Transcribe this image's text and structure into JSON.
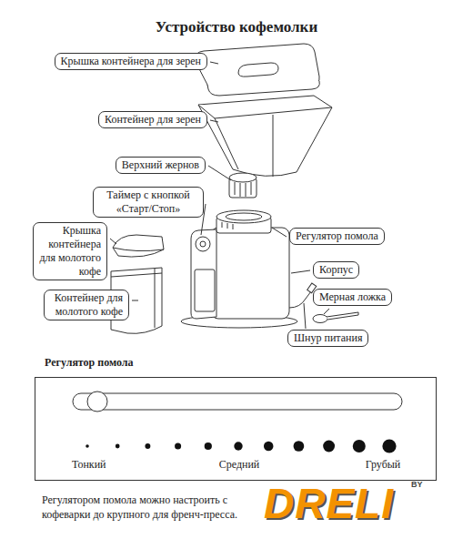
{
  "diagram": {
    "title": "Устройство кофемолки",
    "caption": "Регулятором помола можно настроить с кофеварки до крупного для френч-пресса.",
    "nodes": [
      {
        "text": [
          "Крышка контейнера для зерен"
        ]
      },
      {
        "text": [
          "Контейнер для зерен"
        ]
      },
      {
        "text": [
          "Верхний жернов"
        ]
      },
      {
        "text": [
          "Таймер с кнопкой «Старт/Стоп»"
        ]
      },
      {
        "text": [
          "Регулятор помола"
        ]
      },
      {
        "text": [
          "Крышка контейнера для молотого кофе"
        ]
      },
      {
        "text": [
          "Корпус"
        ]
      },
      {
        "text": [
          "Мерная ложка"
        ]
      },
      {
        "text": [
          "Контейнер для молотого кофе"
        ]
      },
      {
        "text": [
          "Шнур питания"
        ]
      },
      {
        "text": [
          "Регулятор помола",
          "Тонкий",
          "Средний",
          "Грубый"
        ]
      }
    ],
    "labels": [
      "DRELI",
      "BY"
    ]
  }
}
